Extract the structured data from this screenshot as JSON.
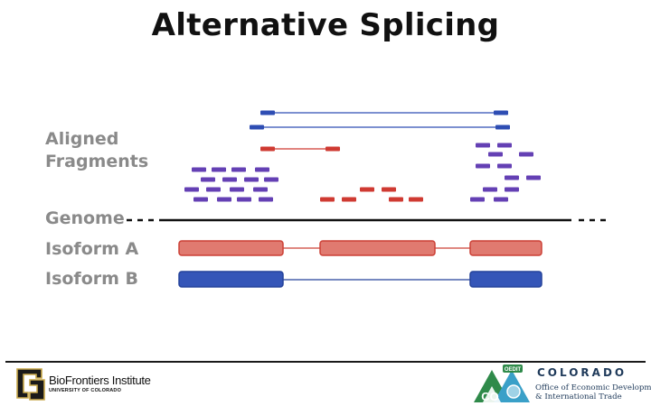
{
  "title": "Alternative Splicing",
  "labels": {
    "aligned_line1": "Aligned",
    "aligned_line2": "Fragments",
    "genome": "Genome",
    "isoform_a": "Isoform A",
    "isoform_b": "Isoform B"
  },
  "colors": {
    "blue": "#2e4db3",
    "red": "#cf3a32",
    "purple": "#6440b4",
    "isoform_a_fill": "#e07a70",
    "isoform_a_stroke": "#cc4036",
    "isoform_b_fill": "#3556b8",
    "isoform_b_stroke": "#24429a",
    "label_gray": "#8a8a8a"
  },
  "footer": {
    "left_logo_text": "BioFrontiers Institute",
    "left_logo_sub": "UNIVERSITY OF COLORADO",
    "right_logo_title": "COLORADO",
    "right_logo_line1": "Office of Economic Development",
    "right_logo_line2": "& International Trade",
    "oedit_badge": "OEDIT",
    "co_badge": "CO"
  }
}
